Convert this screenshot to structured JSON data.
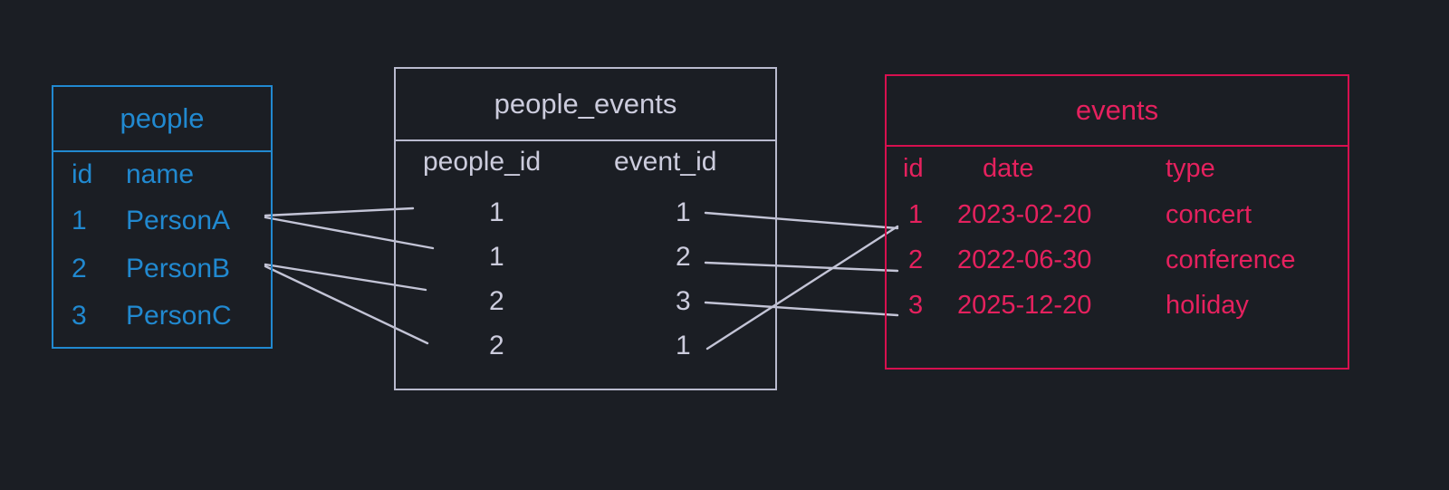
{
  "diagram": {
    "type": "entity-relationship-diagram",
    "background_color": "#1b1e24",
    "link_color": "#c3c4d6"
  },
  "tables": {
    "people": {
      "title": "people",
      "color": "#2189d0",
      "columns": [
        "id",
        "name"
      ],
      "rows": [
        {
          "id": "1",
          "name": "PersonA"
        },
        {
          "id": "2",
          "name": "PersonB"
        },
        {
          "id": "3",
          "name": "PersonC"
        }
      ]
    },
    "people_events": {
      "title": "people_events",
      "color": "#ccccdd",
      "columns": [
        "people_id",
        "event_id"
      ],
      "rows": [
        {
          "people_id": "1",
          "event_id": "1"
        },
        {
          "people_id": "1",
          "event_id": "2"
        },
        {
          "people_id": "2",
          "event_id": "3"
        },
        {
          "people_id": "2",
          "event_id": "1"
        }
      ]
    },
    "events": {
      "title": "events",
      "color": "#e5215e",
      "columns": [
        "id",
        "date",
        "type"
      ],
      "rows": [
        {
          "id": "1",
          "date": "2023-02-20",
          "type": "concert"
        },
        {
          "id": "2",
          "date": "2022-06-30",
          "type": "conference"
        },
        {
          "id": "3",
          "date": "2025-12-20",
          "type": "holiday"
        }
      ]
    }
  },
  "relationships": {
    "people_to_junction": [
      {
        "from": "people.1",
        "to": "people_events.row1"
      },
      {
        "from": "people.1",
        "to": "people_events.row2"
      },
      {
        "from": "people.2",
        "to": "people_events.row3"
      },
      {
        "from": "people.2",
        "to": "people_events.row4"
      }
    ],
    "junction_to_events": [
      {
        "from": "people_events.row1",
        "to": "events.1"
      },
      {
        "from": "people_events.row2",
        "to": "events.2"
      },
      {
        "from": "people_events.row3",
        "to": "events.3"
      },
      {
        "from": "people_events.row4",
        "to": "events.1"
      }
    ]
  }
}
